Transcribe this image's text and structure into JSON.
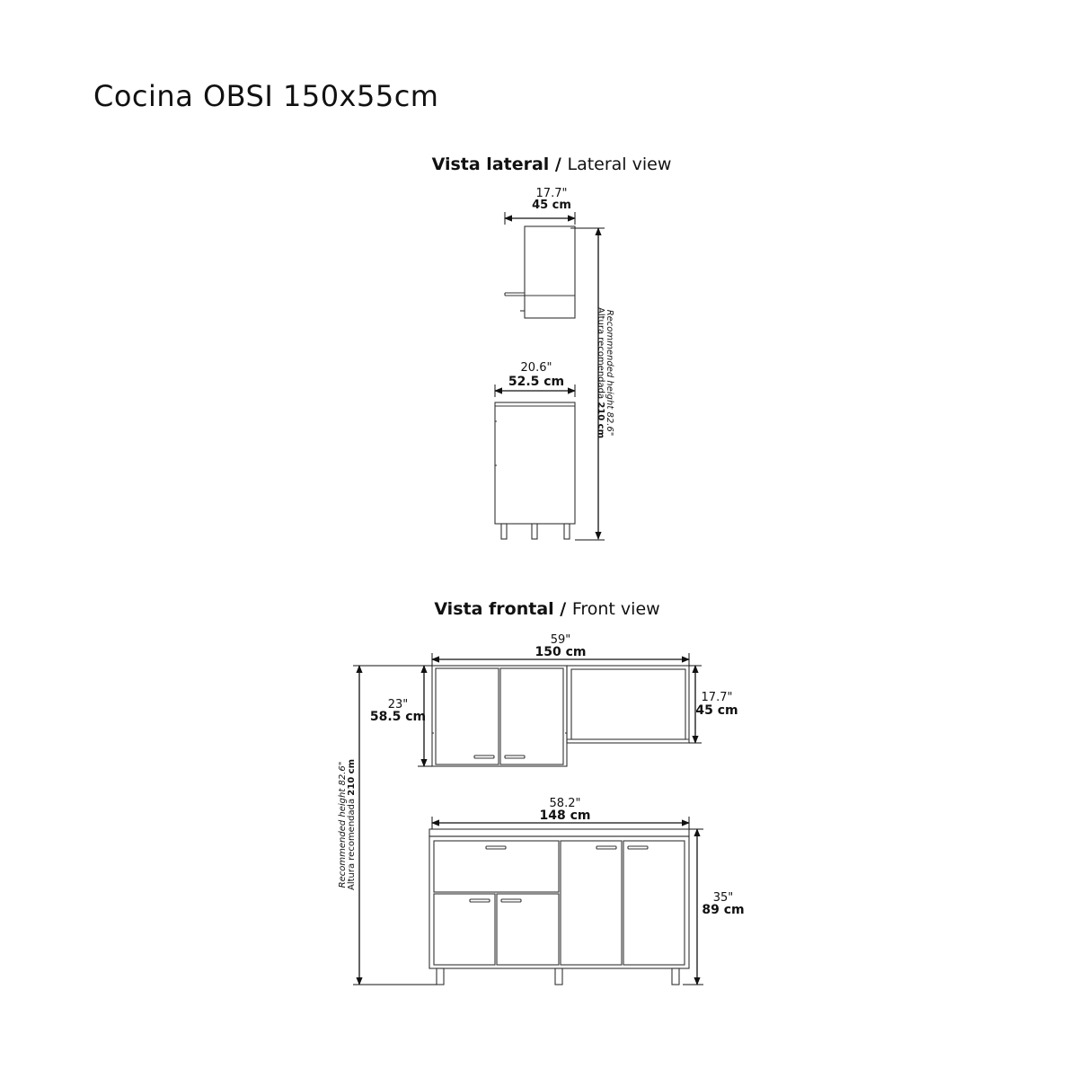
{
  "page": {
    "title": "Cocina OBSI 150x55cm"
  },
  "lateral": {
    "heading_bold": "Vista lateral",
    "heading_sep": " / ",
    "heading_en": "Lateral view",
    "top_depth_in": "17.7\"",
    "top_depth_cm": "45 cm",
    "base_depth_in": "20.6\"",
    "base_depth_cm": "52.5 cm",
    "height_label_en": "Recommended height 82.6\"",
    "height_label_es": "Altura recomendada ",
    "height_label_cm": "210 cm"
  },
  "frontal": {
    "heading_bold": "Vista frontal",
    "heading_sep": " / ",
    "heading_en": "Front view",
    "top_width_in": "59\"",
    "top_width_cm": "150 cm",
    "wall_height_in": "23\"",
    "wall_height_cm": "58.5 cm",
    "open_height_in": "17.7\"",
    "open_height_cm": "45 cm",
    "base_width_in": "58.2\"",
    "base_width_cm": "148 cm",
    "base_height_in": "35\"",
    "base_height_cm": "89 cm",
    "height_label_en": "Recommended height 82.6\"",
    "height_label_es": "Altura recomendada ",
    "height_label_cm": "210 cm"
  }
}
